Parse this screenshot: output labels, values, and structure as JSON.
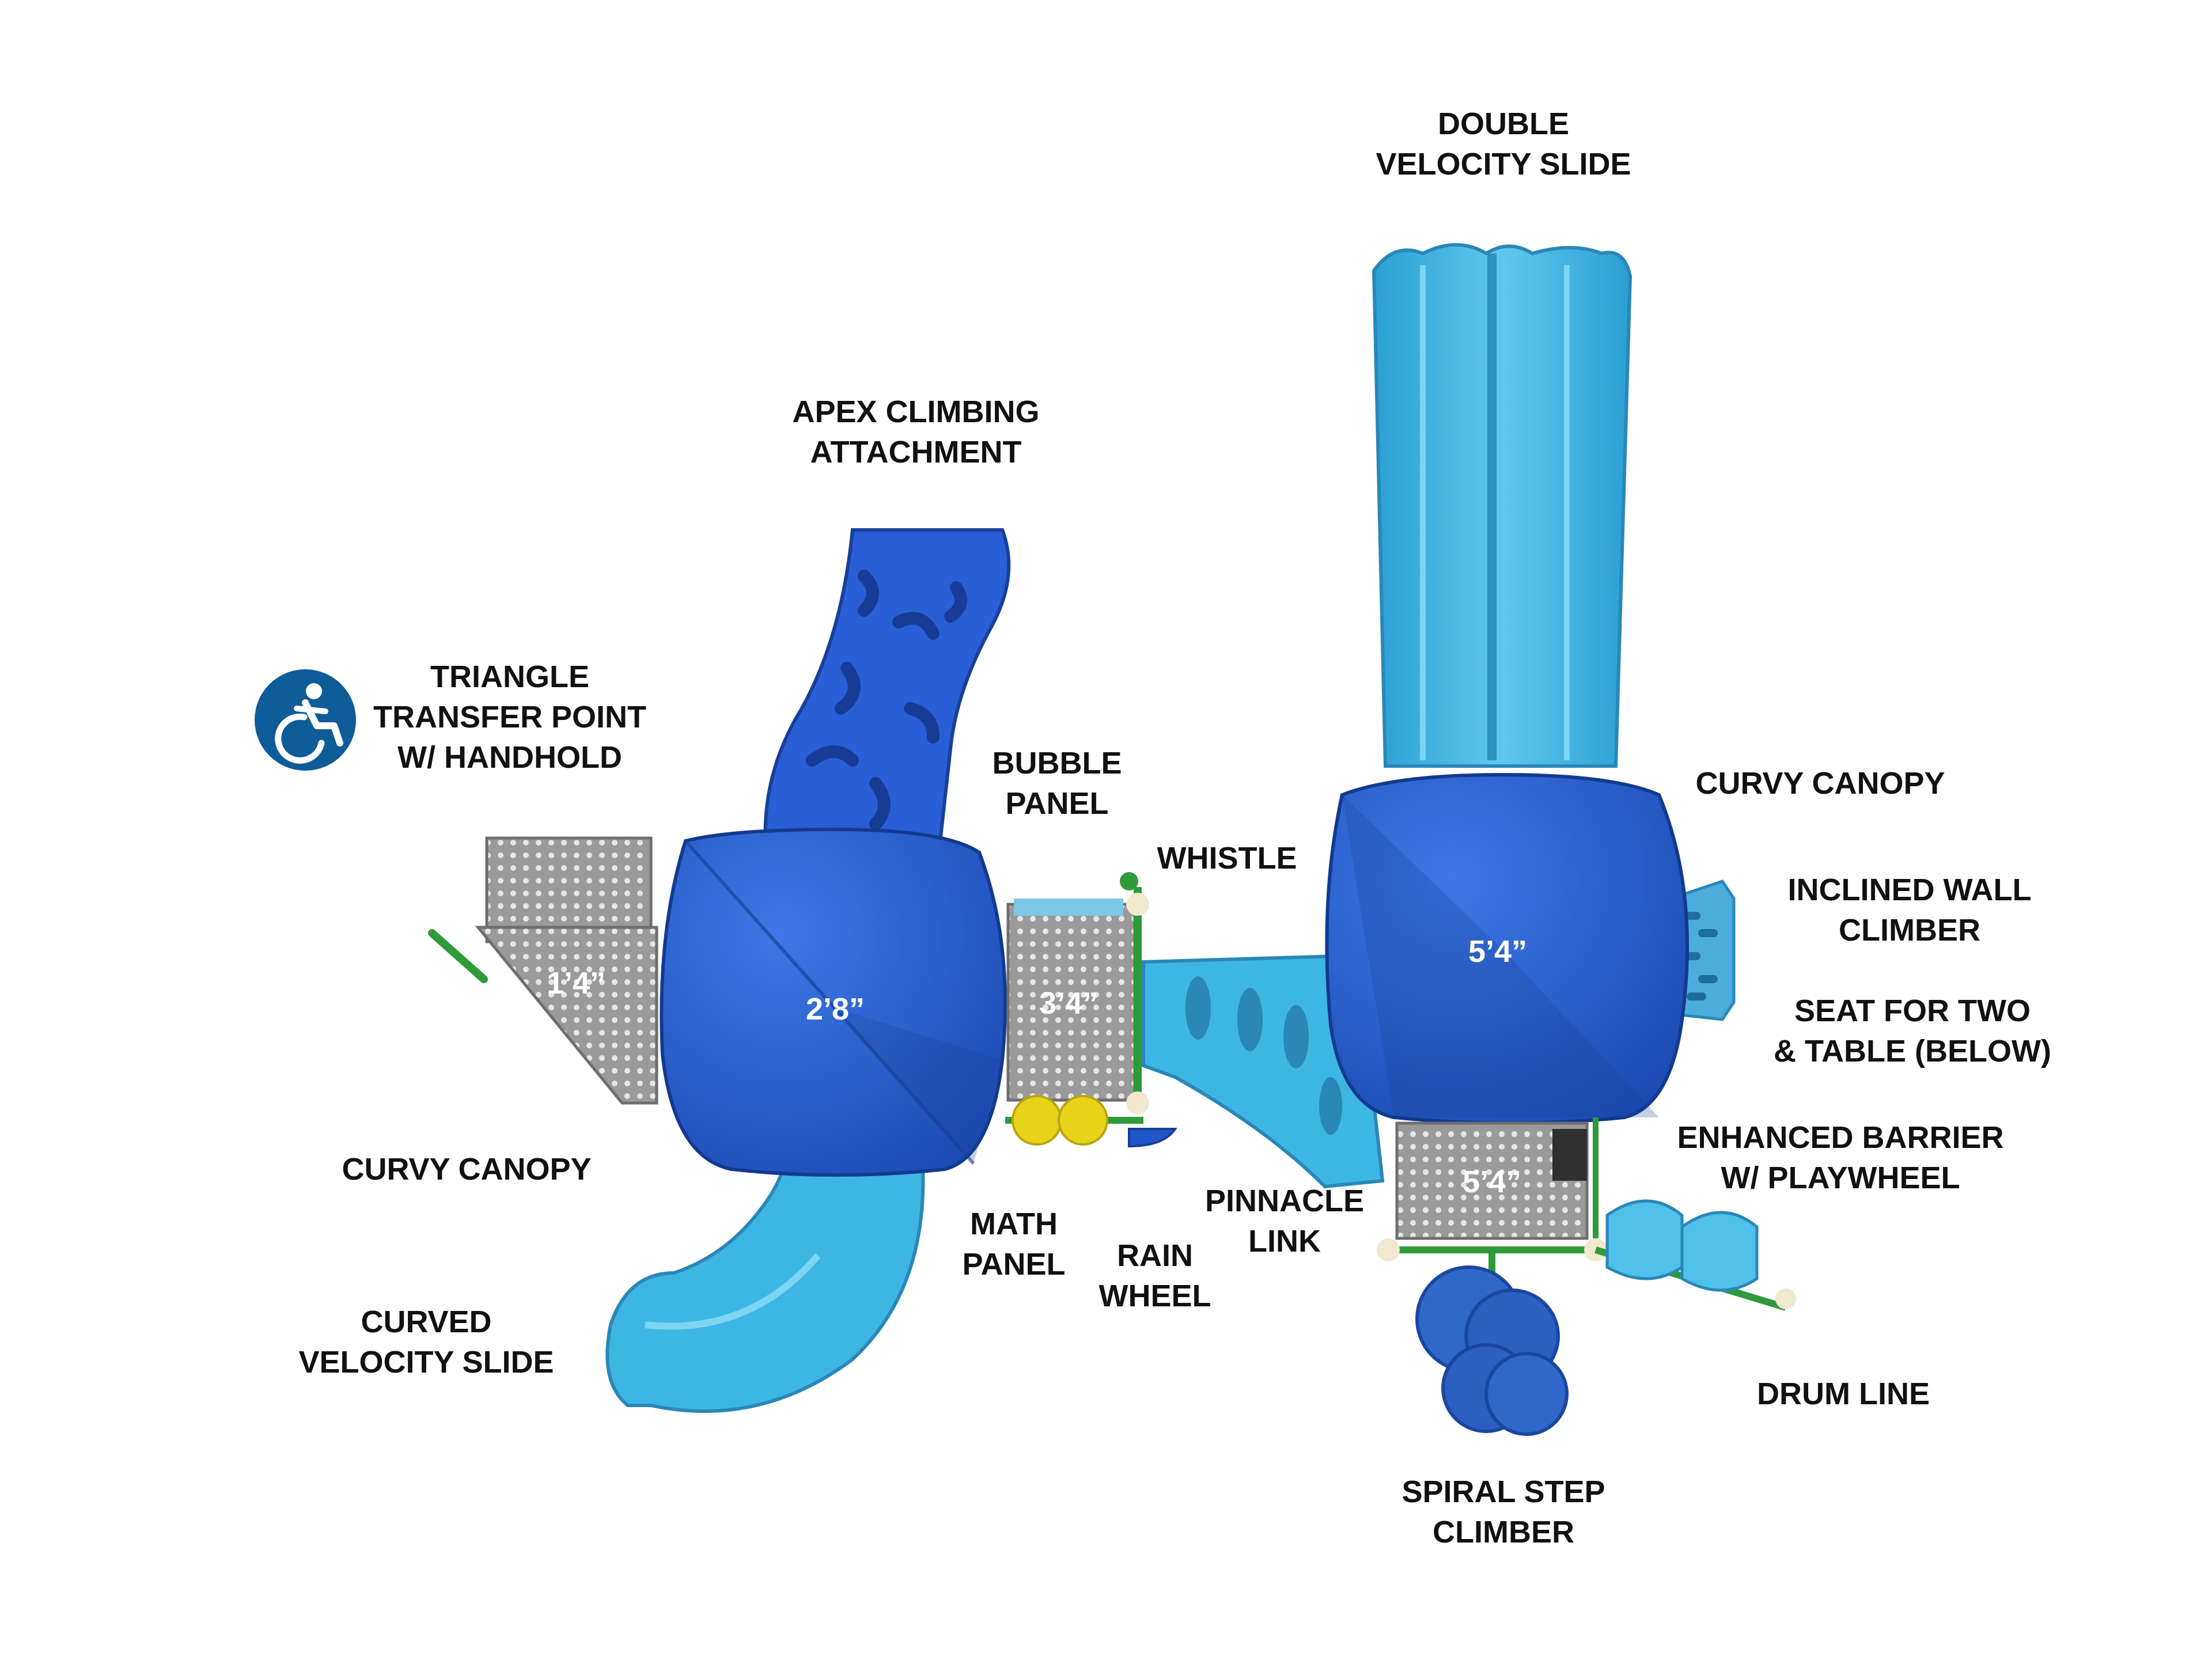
{
  "colors": {
    "deck_blue": "#1f57c8",
    "deck_blue_dark": "#163e94",
    "slide_light": "#3eb6e4",
    "slide_light_dark": "#2a93c1",
    "panel_grey": "#8e8e8e",
    "post_green": "#2f9a3a",
    "accent_yellow": "#e8d21a",
    "icon_blue": "#0e5c98",
    "label_text": "#111111"
  },
  "accessibility_icon": "wheelchair-accessible-icon",
  "labels": {
    "double_velocity_slide": [
      "DOUBLE",
      "VELOCITY SLIDE"
    ],
    "apex_climbing": [
      "APEX CLIMBING",
      "ATTACHMENT"
    ],
    "triangle_transfer": [
      "TRIANGLE",
      "TRANSFER POINT",
      "W/ HANDHOLD"
    ],
    "bubble_panel": [
      "BUBBLE",
      "PANEL"
    ],
    "whistle": [
      "WHISTLE"
    ],
    "curvy_canopy_right": [
      "CURVY CANOPY"
    ],
    "inclined_wall_climber": [
      "INCLINED WALL",
      "CLIMBER"
    ],
    "seat_for_two": [
      "SEAT FOR TWO",
      "& TABLE (BELOW)"
    ],
    "enhanced_barrier": [
      "ENHANCED BARRIER",
      "W/ PLAYWHEEL"
    ],
    "curvy_canopy_left": [
      "CURVY CANOPY"
    ],
    "math_panel": [
      "MATH",
      "PANEL"
    ],
    "rain_wheel": [
      "RAIN",
      "WHEEL"
    ],
    "pinnacle_link": [
      "PINNACLE",
      "LINK"
    ],
    "curved_velocity_slide": [
      "CURVED",
      "VELOCITY SLIDE"
    ],
    "drum_line": [
      "DRUM LINE"
    ],
    "spiral_step_climber": [
      "SPIRAL STEP",
      "CLIMBER"
    ]
  },
  "deck_heights": {
    "transfer": "1’4”",
    "left_deck": "2’8”",
    "bridge_deck": "3’4”",
    "right_deck": "5’4”",
    "lower_deck": "5’4”"
  }
}
